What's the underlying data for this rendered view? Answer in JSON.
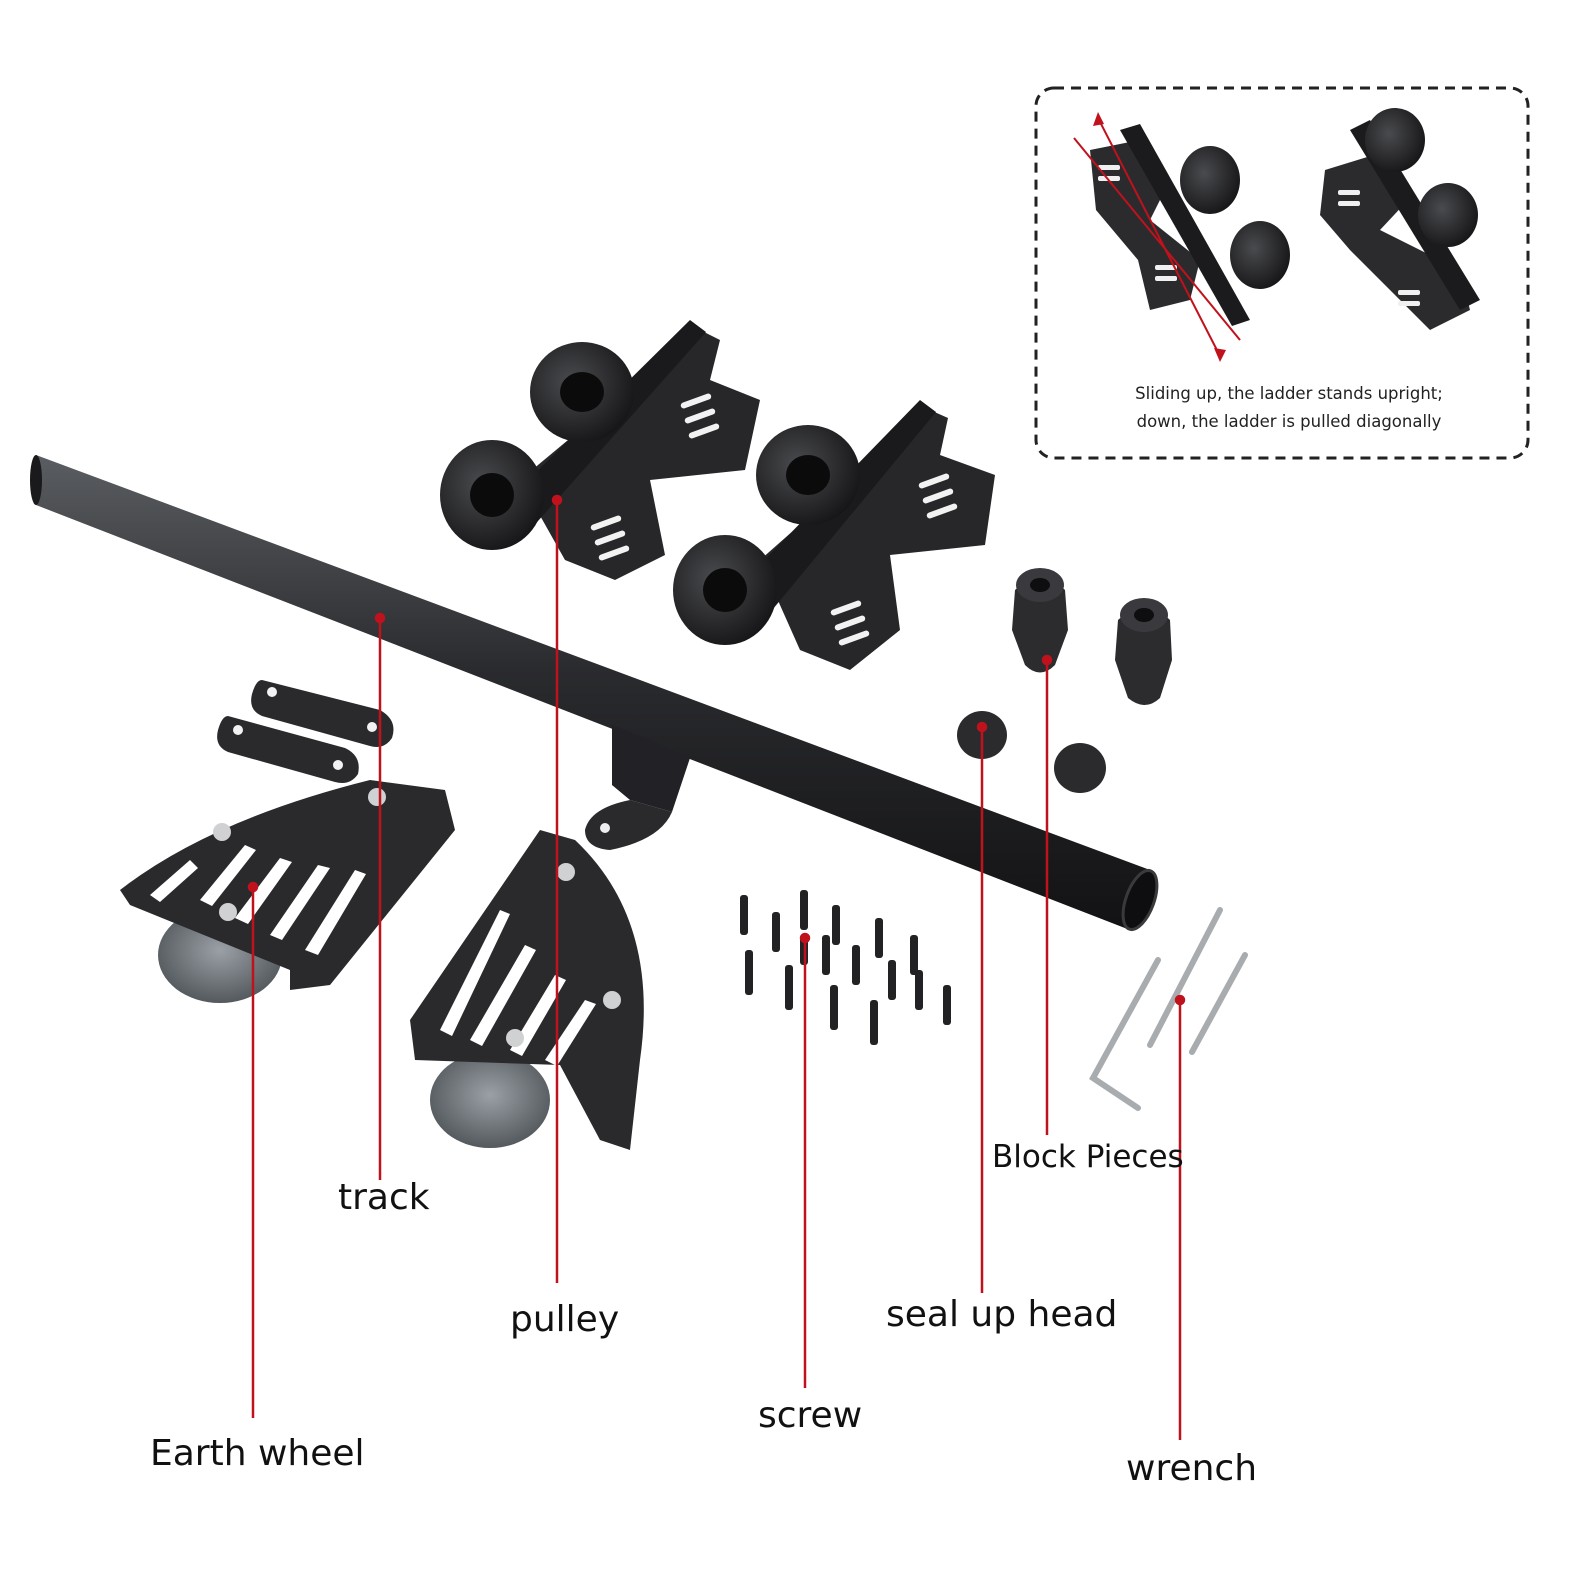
{
  "inset": {
    "caption_line1": "Sliding up, the ladder stands upright;",
    "caption_line2": "down, the ladder is pulled diagonally"
  },
  "labels": {
    "track": "track",
    "pulley": "pulley",
    "earth_wheel": "Earth wheel",
    "screw": "screw",
    "seal_up_head": "seal up head",
    "block_pieces": "Block Pieces",
    "wrench": "wrench"
  },
  "colors": {
    "leader_line": "#c0121c",
    "hardware": "#1f1f21",
    "wheel": "#6e7378",
    "steel": "#a9acae"
  }
}
